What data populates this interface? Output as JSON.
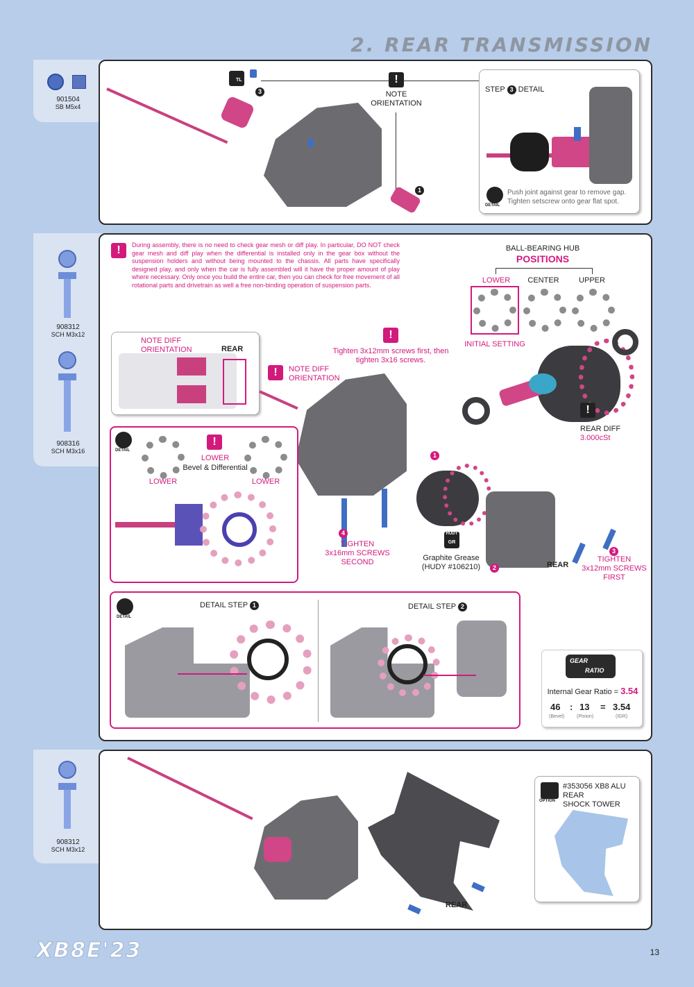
{
  "header": {
    "title": "2. REAR TRANSMISSION"
  },
  "step1": {
    "part_code": "901504",
    "part_desc": "SB M5x4",
    "tool_label": "TL",
    "note": [
      "NOTE",
      "ORIENTATION"
    ],
    "detail_title": "STEP",
    "detail_title_suffix": "DETAIL",
    "detail_step_num": "3",
    "detail_icon_label": "DETAIL",
    "detail_text": [
      "Push joint against gear to remove gap.",
      "Tighten setscrew onto gear flat spot."
    ],
    "callouts": {
      "c1": "1",
      "c3": "3"
    }
  },
  "step2": {
    "parts": [
      {
        "code": "908312",
        "desc": "SCH M3x12"
      },
      {
        "code": "908316",
        "desc": "SCH M3x16"
      }
    ],
    "warning": "During assembly, there is no need to check gear mesh or diff play. In particular, DO NOT check gear mesh and diff play when the differential is installed only in the gear box without the suspension holders and without being mounted to the chassis. All parts have specifically designed play, and only when the car is fully assembled will it have the proper amount of play where necessary. Only once you build the entire car, then you can check for free movement of all rotational parts and drivetrain as well a free non-binding operation of suspension parts.",
    "hub_title": "BALL-BEARING HUB",
    "hub_subtitle": "POSITIONS",
    "hub_positions": [
      "LOWER",
      "CENTER",
      "UPPER"
    ],
    "initial_setting": "INITIAL SETTING",
    "orient_box_title": "NOTE DIFF ORIENTATION",
    "rear_label": "REAR",
    "note_diff": [
      "NOTE DIFF",
      "ORIENTATION"
    ],
    "tighten_note": [
      "Tighten 3x12mm screws first, then",
      "tighten 3x16 screws."
    ],
    "rear_diff": "REAR DIFF",
    "rear_diff_value": "3.000cSt",
    "lower_detail": {
      "center": "LOWER",
      "sub": "Bevel & Differential",
      "left": "LOWER",
      "right": "LOWER"
    },
    "detail_icon_label": "DETAIL",
    "tighten4": [
      "TIGHTEN",
      "3x16mm SCREWS",
      "SECOND"
    ],
    "tighten3": [
      "TIGHTEN",
      "3x12mm SCREWS",
      "FIRST"
    ],
    "grease_brand": "HUDY",
    "grease_code": "GR",
    "grease": [
      "Graphite Grease",
      "(HUDY #106210)"
    ],
    "callouts": {
      "c1": "1",
      "c2": "2",
      "c3": "3",
      "c4": "4"
    },
    "detail_step1": "DETAIL STEP",
    "detail_step1_num": "1",
    "detail_step2": "DETAIL STEP",
    "detail_step2_num": "2",
    "gear_ratio": {
      "badge_top": "GEAR",
      "badge_bottom": "RATIO",
      "label": "Internal Gear Ratio",
      "eq": "=",
      "value": "3.54",
      "bevel": "46",
      "colon": ":",
      "pinion": "13",
      "eq2": "=",
      "igr": "3.54",
      "bevel_label": "(Bevel)",
      "pinion_label": "(Pinion)",
      "igr_label": "(IGR)"
    }
  },
  "step3": {
    "part_code": "908312",
    "part_desc": "SCH M3x12",
    "rear_label": "REAR",
    "option_label": "OPTION",
    "option_text": [
      "#353056 XB8 ALU REAR",
      "SHOCK TOWER"
    ]
  },
  "footer": {
    "model": "XB8E'23",
    "page": "13"
  },
  "colors": {
    "accent": "#d21a7d",
    "background": "#b7cde9",
    "panel_border": "#2b2b2b"
  }
}
